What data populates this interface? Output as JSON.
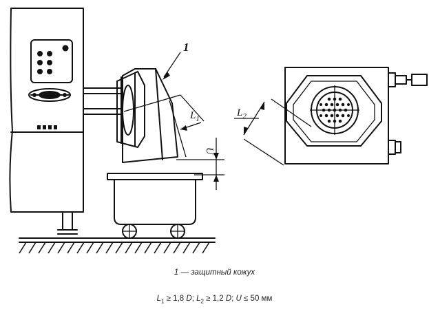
{
  "labels": {
    "part_number": "1",
    "l1_letter": "L",
    "l1_sub": "1",
    "l2_letter": "L",
    "l2_sub": "2",
    "u_letter": "U"
  },
  "caption": {
    "legend_num": "1",
    "legend_dash": "—",
    "legend_text": "защитный кожух",
    "f_l1": "L",
    "f_l1_sub": "1",
    "f_l1_val": " ≥ 1,8 ",
    "f_d1": "D",
    "f_sep1": "; ",
    "f_l2": "L",
    "f_l2_sub": "2",
    "f_l2_val": " ≥ 1,2 ",
    "f_d2": "D",
    "f_sep2": "; ",
    "f_u": "U",
    "f_u_val": " ≤ 50 мм"
  }
}
